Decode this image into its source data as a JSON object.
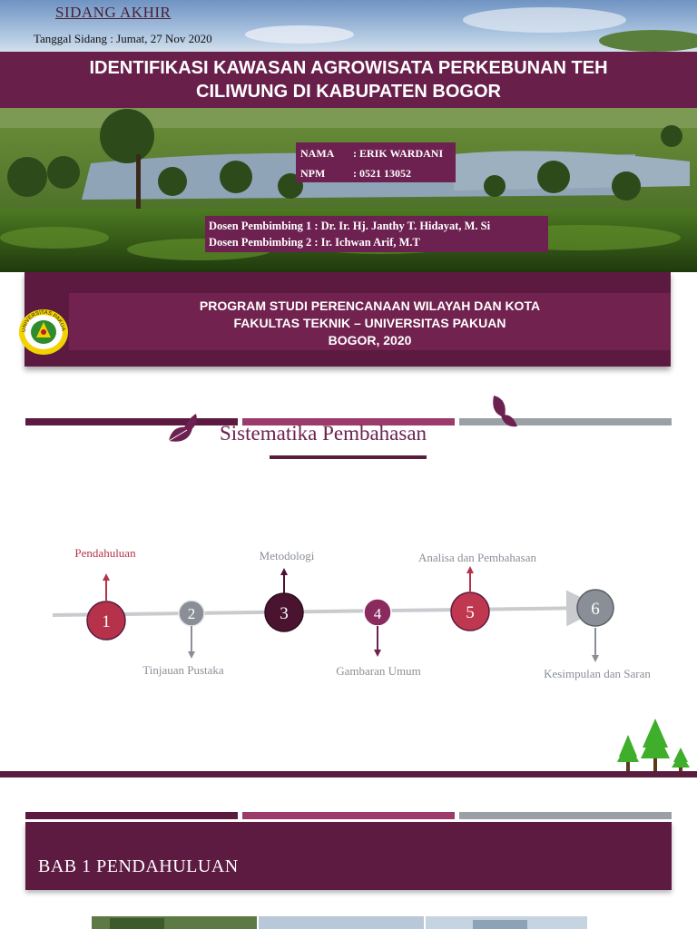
{
  "slide1": {
    "title_main": "SIDANG AKHIR",
    "date": "Tanggal Sidang : Jumat, 27 Nov 2020",
    "banner_line1": "IDENTIFIKASI KAWASAN AGROWISATA PERKEBUNAN TEH",
    "banner_line2": "CILIWUNG DI KABUPATEN BOGOR",
    "nama_label": "NAMA",
    "nama_value": ": ERIK WARDANI",
    "npm_label": "NPM",
    "npm_value": ": 0521 13052",
    "dosen1": "Dosen Pembimbing 1 : Dr. Ir. Hj. Janthy T. Hidayat, M. Si",
    "dosen2": "Dosen Pembimbing 2 : Ir. Ichwan Arif, M.T",
    "program_line1": "PROGRAM STUDI PERENCANAAN WILAYAH DAN KOTA",
    "program_line2": "FAKULTAS TEKNIK – UNIVERSITAS PAKUAN",
    "program_line3": "BOGOR, 2020",
    "logo_text": "UNIVERSITAS PAKUAN"
  },
  "slide2": {
    "title": "Sistematika Pembahasan",
    "steps": [
      {
        "num": "1",
        "label": "Pendahuluan"
      },
      {
        "num": "2",
        "label": "Tinjauan Pustaka"
      },
      {
        "num": "3",
        "label": "Metodologi"
      },
      {
        "num": "4",
        "label": "Gambaran Umum"
      },
      {
        "num": "5",
        "label": "Analisa dan Pembahasan"
      },
      {
        "num": "6",
        "label": "Kesimpulan dan Saran"
      }
    ]
  },
  "slide3": {
    "title": "BAB 1 PENDAHULUAN"
  },
  "colors": {
    "maroon": "#681f4a",
    "maroon_dark": "#4a1431",
    "rose": "#b5324a",
    "pink": "#a3416f",
    "grey": "#8a8f97",
    "tree_green": "#3fae2a"
  }
}
